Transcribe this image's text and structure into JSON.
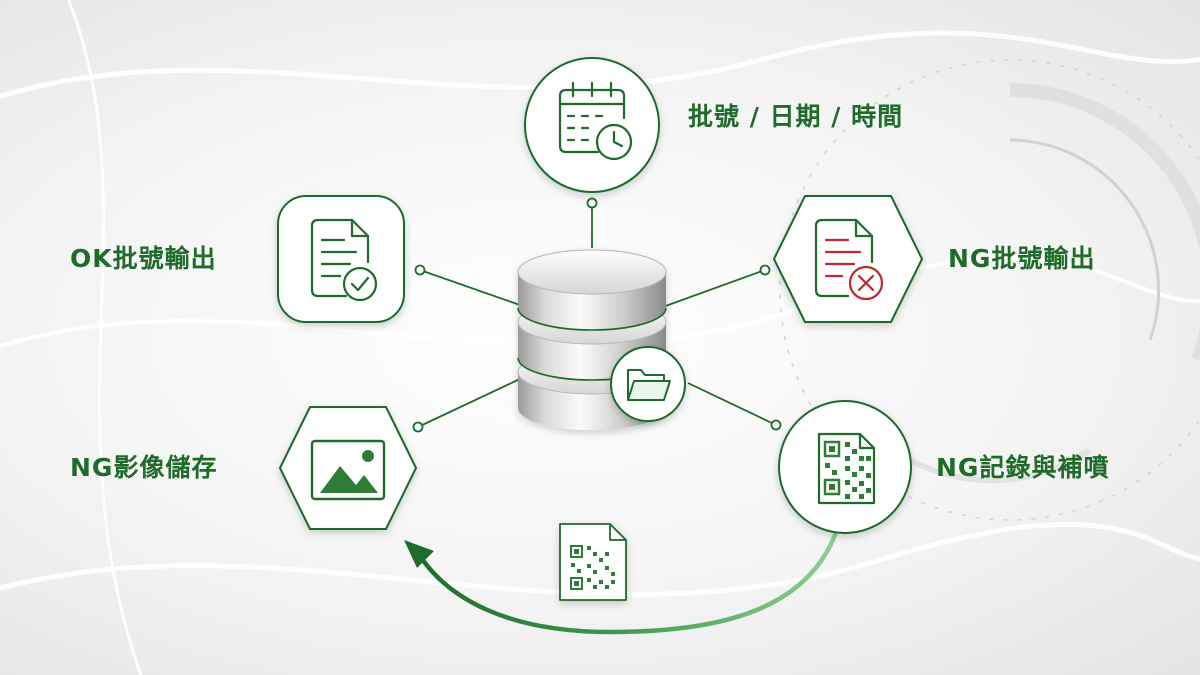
{
  "colors": {
    "accent": "#1e6b2a",
    "accent_light": "#8fcf94",
    "error": "#c0262d",
    "node_fill": "#ffffff"
  },
  "nodes": {
    "top": {
      "label": "批號 / 日期 / 時間",
      "icon": "calendar-clock-icon"
    },
    "left_top": {
      "label": "OK批號輸出",
      "icon": "document-check-icon"
    },
    "right_top": {
      "label": "NG批號輸出",
      "icon": "document-reject-icon"
    },
    "left_bottom": {
      "label": "NG影像儲存",
      "icon": "image-icon"
    },
    "right_bottom": {
      "label": "NG記錄與補噴",
      "icon": "qr-document-icon"
    }
  },
  "center": {
    "icon": "database-icon",
    "badge_icon": "folder-icon"
  },
  "flow": {
    "icon": "qr-document-icon"
  }
}
